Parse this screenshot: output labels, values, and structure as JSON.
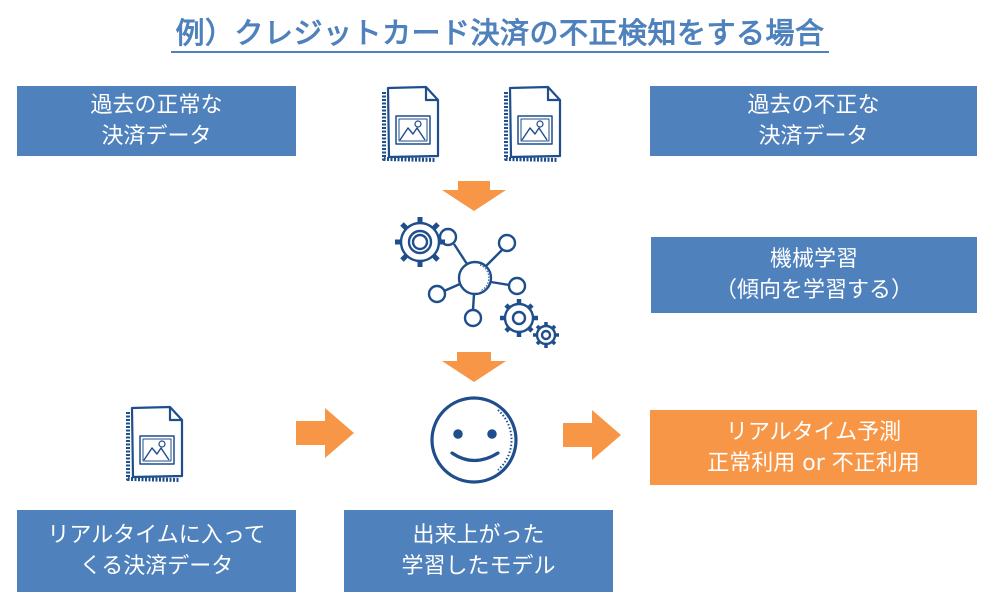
{
  "title": "例）クレジットカード決済の不正検知をする場合",
  "colors": {
    "title": "#4f81bd",
    "box_blue": "#4f81bd",
    "box_orange": "#f79646",
    "arrow": "#f79646",
    "icon_stroke": "#1f4e8c"
  },
  "boxes": {
    "past_normal": "過去の正常な\n決済データ",
    "past_fraud": "過去の不正な\n決済データ",
    "machine_learning": "機械学習\n（傾向を学習する）",
    "realtime_prediction": "リアルタイム予測\n正常利用 or 不正利用",
    "realtime_input": "リアルタイムに入って\nくる決済データ",
    "trained_model": "出来上がった\n学習したモデル"
  },
  "icons": {
    "document_1": "image-document-icon",
    "document_2": "image-document-icon",
    "network": "network-gears-icon",
    "model": "smiley-face-icon",
    "document_input": "image-document-icon"
  }
}
